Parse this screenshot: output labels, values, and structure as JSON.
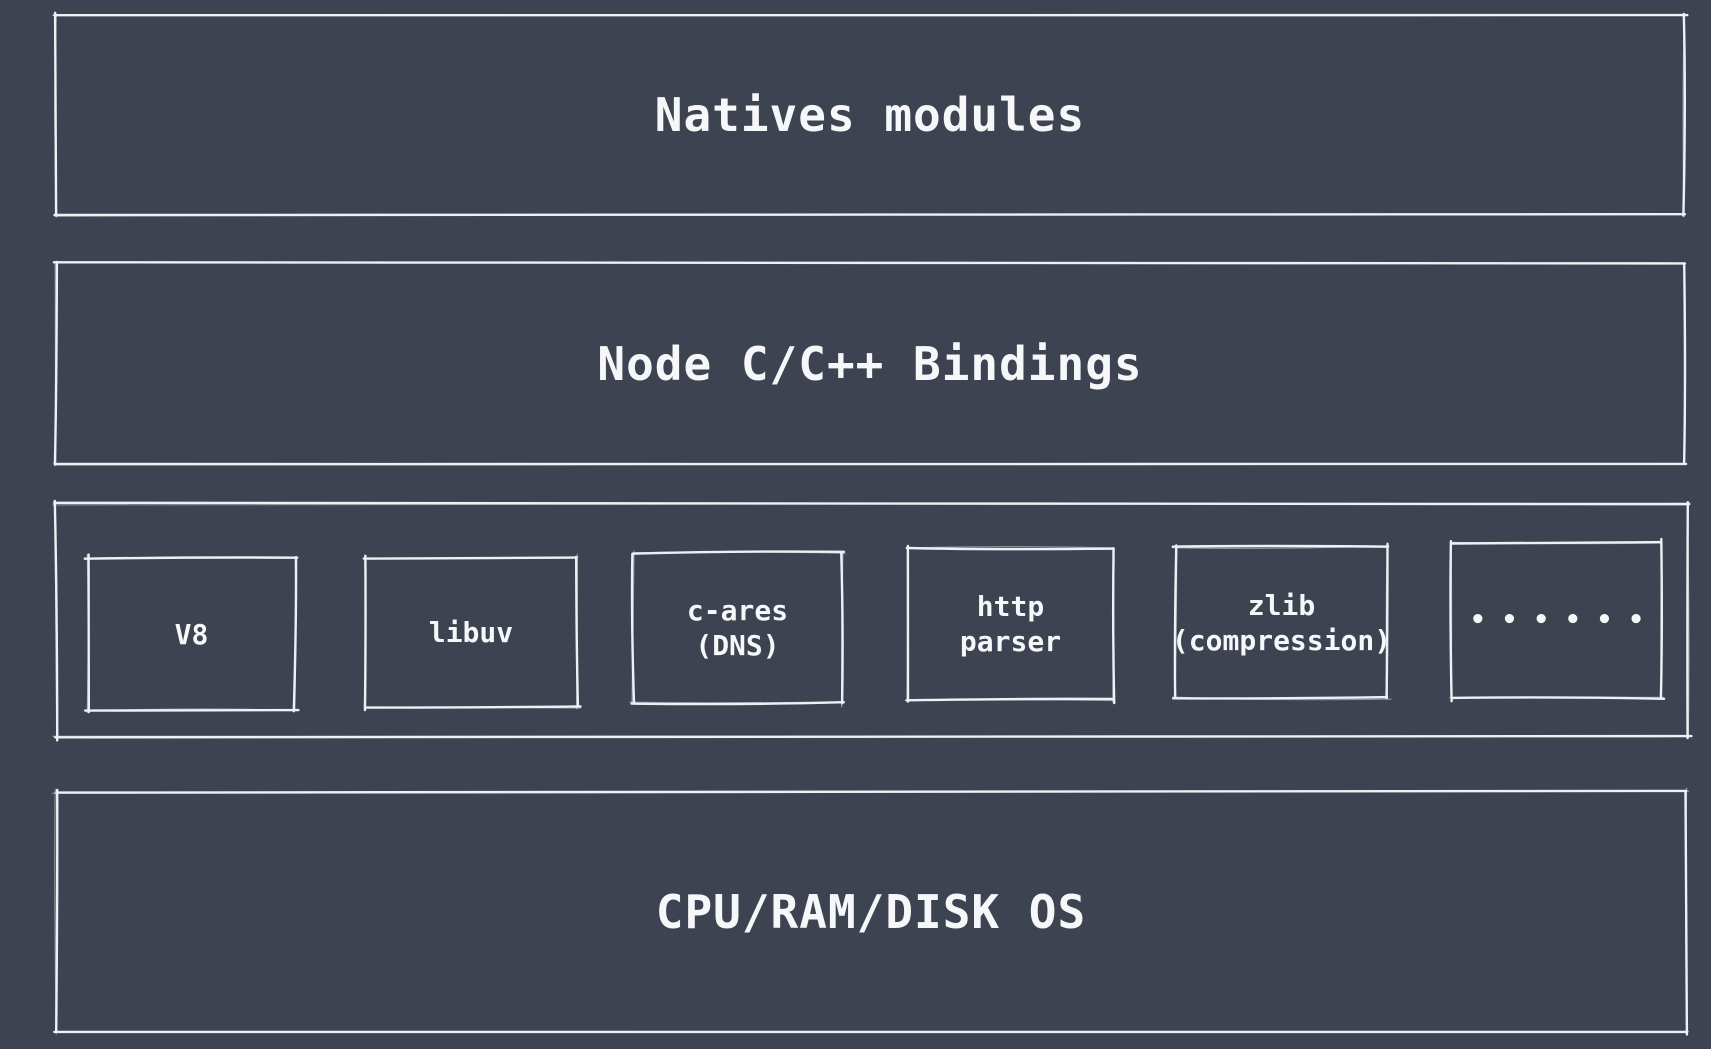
{
  "colors": {
    "background": "#3d4351",
    "stroke": "#eef1f4",
    "text": "#f6f7f9"
  },
  "layers": {
    "natives": {
      "label": "Natives modules"
    },
    "bindings": {
      "label": "Node C/C++ Bindings"
    },
    "libraries": {
      "items": {
        "v8": {
          "line1": "V8"
        },
        "libuv": {
          "line1": "libuv"
        },
        "cares": {
          "line1": "c-ares",
          "line2": "(DNS)"
        },
        "http": {
          "line1": "http",
          "line2": "parser"
        },
        "zlib": {
          "line1": "zlib",
          "line2": "(compression)"
        },
        "more": {
          "dots": "••••••"
        }
      }
    },
    "os": {
      "label": "CPU/RAM/DISK OS"
    }
  }
}
